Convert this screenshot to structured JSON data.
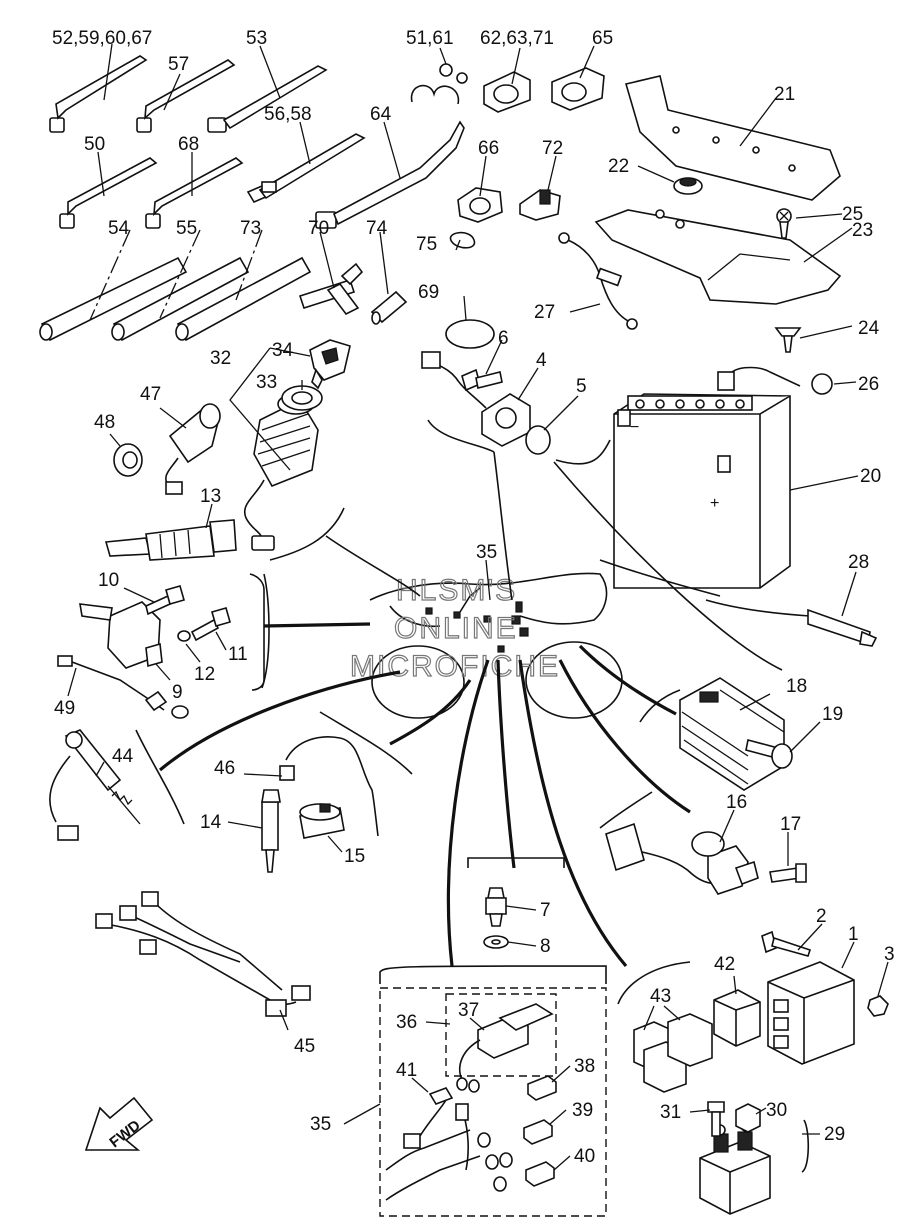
{
  "watermark": [
    "HLSM'S",
    "ONLINE",
    "MICROFICHE"
  ],
  "fwd_label": "FWD",
  "callouts": [
    {
      "id": "c-52-59-60-67",
      "text": "52,59,60,67"
    },
    {
      "id": "c-57",
      "text": "57"
    },
    {
      "id": "c-53",
      "text": "53"
    },
    {
      "id": "c-51-61",
      "text": "51,61"
    },
    {
      "id": "c-62-63-71",
      "text": "62,63,71"
    },
    {
      "id": "c-65",
      "text": "65"
    },
    {
      "id": "c-21",
      "text": "21"
    },
    {
      "id": "c-50",
      "text": "50"
    },
    {
      "id": "c-68",
      "text": "68"
    },
    {
      "id": "c-56-58",
      "text": "56,58"
    },
    {
      "id": "c-64",
      "text": "64"
    },
    {
      "id": "c-66",
      "text": "66"
    },
    {
      "id": "c-72",
      "text": "72"
    },
    {
      "id": "c-22",
      "text": "22"
    },
    {
      "id": "c-25",
      "text": "25"
    },
    {
      "id": "c-54",
      "text": "54"
    },
    {
      "id": "c-55",
      "text": "55"
    },
    {
      "id": "c-73",
      "text": "73"
    },
    {
      "id": "c-70",
      "text": "70"
    },
    {
      "id": "c-74",
      "text": "74"
    },
    {
      "id": "c-75",
      "text": "75"
    },
    {
      "id": "c-23",
      "text": "23"
    },
    {
      "id": "c-27",
      "text": "27"
    },
    {
      "id": "c-69",
      "text": "69"
    },
    {
      "id": "c-24",
      "text": "24"
    },
    {
      "id": "c-32",
      "text": "32"
    },
    {
      "id": "c-34",
      "text": "34"
    },
    {
      "id": "c-6",
      "text": "6"
    },
    {
      "id": "c-33",
      "text": "33"
    },
    {
      "id": "c-4",
      "text": "4"
    },
    {
      "id": "c-26",
      "text": "26"
    },
    {
      "id": "c-5",
      "text": "5"
    },
    {
      "id": "c-47",
      "text": "47"
    },
    {
      "id": "c-48",
      "text": "48"
    },
    {
      "id": "c-20",
      "text": "20"
    },
    {
      "id": "c-13",
      "text": "13"
    },
    {
      "id": "c-35a",
      "text": "35"
    },
    {
      "id": "c-28",
      "text": "28"
    },
    {
      "id": "c-10",
      "text": "10"
    },
    {
      "id": "c-11",
      "text": "11"
    },
    {
      "id": "c-12",
      "text": "12"
    },
    {
      "id": "c-9",
      "text": "9"
    },
    {
      "id": "c-49",
      "text": "49"
    },
    {
      "id": "c-18",
      "text": "18"
    },
    {
      "id": "c-19",
      "text": "19"
    },
    {
      "id": "c-44",
      "text": "44"
    },
    {
      "id": "c-46",
      "text": "46"
    },
    {
      "id": "c-14",
      "text": "14"
    },
    {
      "id": "c-15",
      "text": "15"
    },
    {
      "id": "c-16",
      "text": "16"
    },
    {
      "id": "c-17",
      "text": "17"
    },
    {
      "id": "c-7",
      "text": "7"
    },
    {
      "id": "c-8",
      "text": "8"
    },
    {
      "id": "c-2",
      "text": "2"
    },
    {
      "id": "c-1",
      "text": "1"
    },
    {
      "id": "c-3",
      "text": "3"
    },
    {
      "id": "c-42",
      "text": "42"
    },
    {
      "id": "c-43",
      "text": "43"
    },
    {
      "id": "c-36",
      "text": "36"
    },
    {
      "id": "c-37",
      "text": "37"
    },
    {
      "id": "c-45",
      "text": "45"
    },
    {
      "id": "c-38",
      "text": "38"
    },
    {
      "id": "c-41",
      "text": "41"
    },
    {
      "id": "c-39",
      "text": "39"
    },
    {
      "id": "c-35b",
      "text": "35"
    },
    {
      "id": "c-31",
      "text": "31"
    },
    {
      "id": "c-30",
      "text": "30"
    },
    {
      "id": "c-29",
      "text": "29"
    },
    {
      "id": "c-40",
      "text": "40"
    }
  ]
}
